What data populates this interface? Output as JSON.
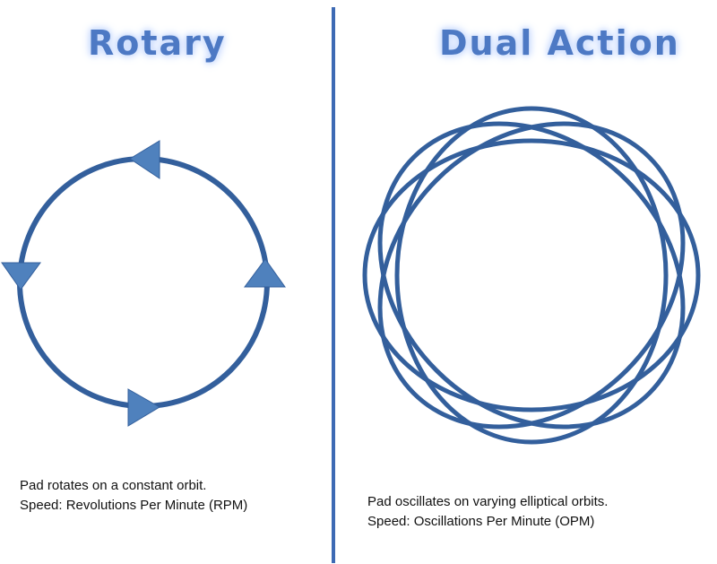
{
  "left": {
    "title": "Rotary",
    "caption_line1": "Pad rotates on a constant orbit.",
    "caption_line2": "Speed:  Revolutions Per Minute (RPM)"
  },
  "right": {
    "title": "Dual Action",
    "caption_line1": "Pad oscillates on varying elliptical orbits.",
    "caption_line2": "Speed:  Oscillations Per Minute (OPM)"
  },
  "colors": {
    "stroke": "#335f9c",
    "arrow_fill": "#4f81bd",
    "title": "#4d79c4",
    "divider": "#3d6ab4"
  },
  "icons": {
    "rotary": "circle-with-direction-arrows",
    "dual_action": "rotating-ellipses-rosette"
  }
}
